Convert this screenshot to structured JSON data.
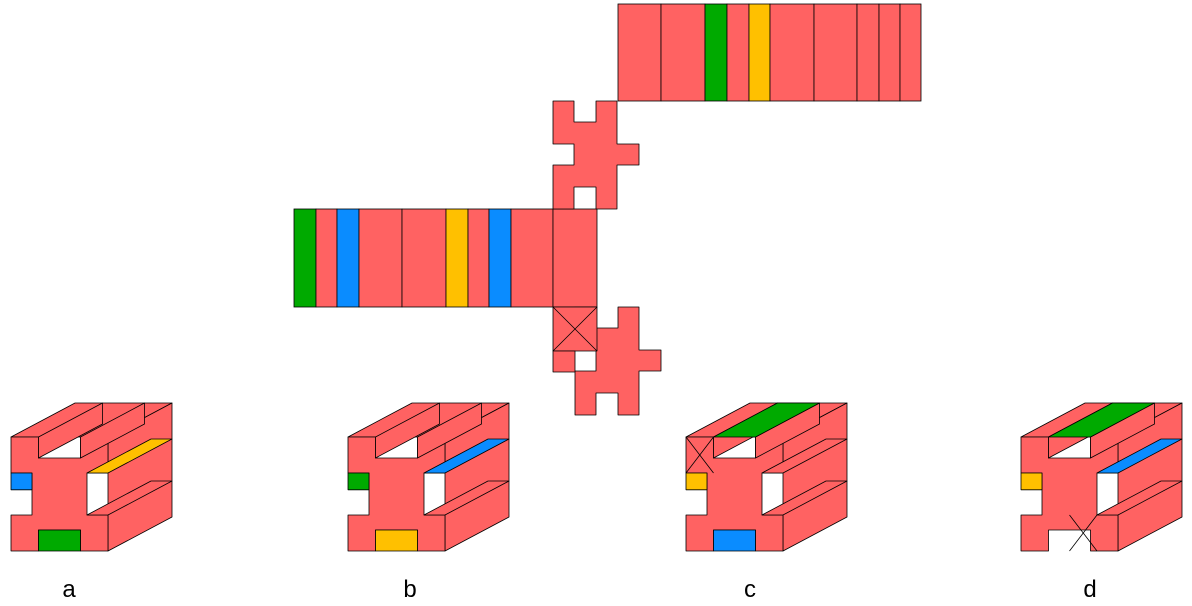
{
  "colors": {
    "face": "#ff6262",
    "green": "#00aa00",
    "blue": "#0a8cff",
    "yellow": "#ffc000",
    "stroke": "#000000",
    "background": "#ffffff"
  },
  "options": [
    {
      "label": "a"
    },
    {
      "label": "b"
    },
    {
      "label": "c"
    },
    {
      "label": "d"
    }
  ]
}
